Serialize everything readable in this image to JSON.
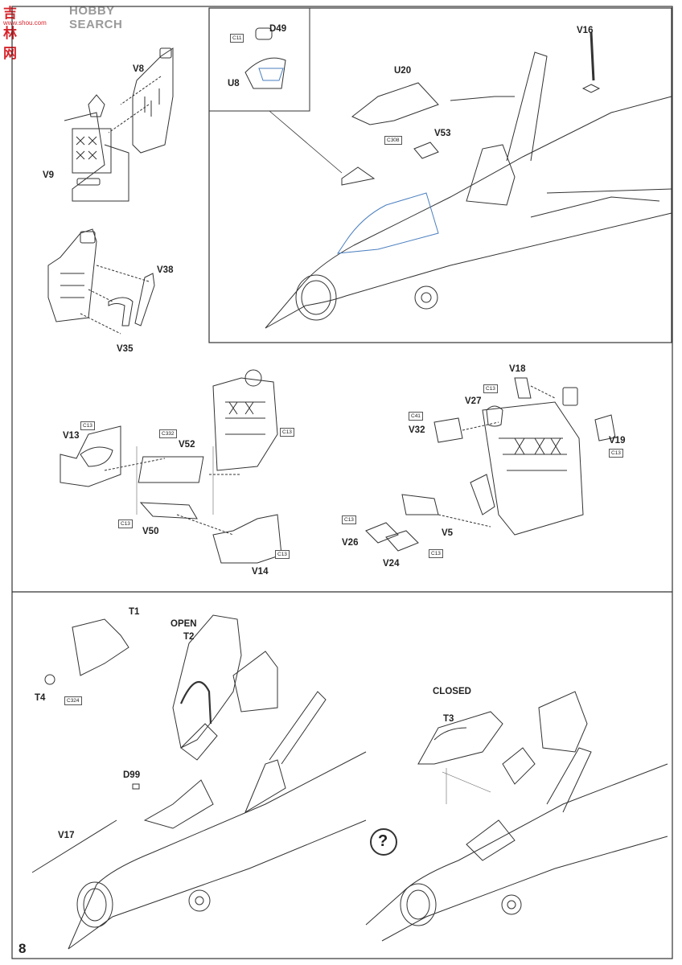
{
  "watermark": {
    "logo": "吉林网",
    "brand": "HOBBY SEARCH",
    "url": "www.shou.com"
  },
  "page_number": "8",
  "steps": {
    "seat_v8_v9": {
      "labels": [
        "V8",
        "V9"
      ]
    },
    "seat_v35_v38": {
      "labels": [
        "V38",
        "V35"
      ]
    },
    "nose_canopy": {
      "labels": [
        "D49",
        "U8",
        "U20",
        "V16",
        "V53"
      ],
      "callouts": [
        "C11",
        "C308"
      ]
    },
    "seat_left": {
      "labels": [
        "V13",
        "V52",
        "V14",
        "V50"
      ],
      "callouts": [
        "C13",
        "C332",
        "C13",
        "C13",
        "C13"
      ]
    },
    "seat_right": {
      "labels": [
        "V18",
        "V27",
        "V32",
        "V19",
        "V5",
        "V26",
        "V24"
      ],
      "callouts": [
        "C13",
        "C41",
        "C13",
        "C13",
        "C13"
      ]
    },
    "open_canopy": {
      "state": "OPEN",
      "labels": [
        "T1",
        "T2",
        "T4",
        "D99",
        "V17"
      ],
      "callouts": [
        "C324"
      ]
    },
    "closed_canopy": {
      "state": "CLOSED",
      "labels": [
        "T3"
      ],
      "symbol": "?"
    }
  }
}
